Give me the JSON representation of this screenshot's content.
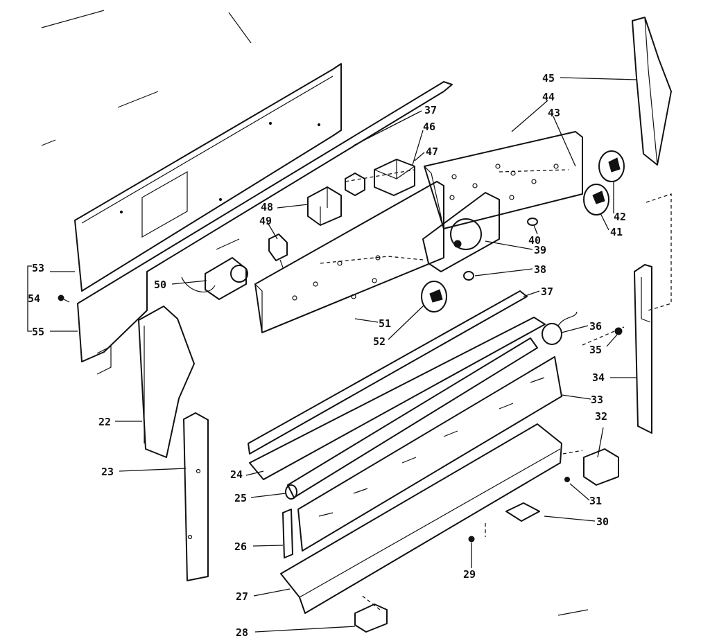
{
  "labels": {
    "l22": "22",
    "l23": "23",
    "l24": "24",
    "l25": "25",
    "l26": "26",
    "l27": "27",
    "l28": "28",
    "l29": "29",
    "l30": "30",
    "l31": "31",
    "l32": "32",
    "l33": "33",
    "l34": "34",
    "l35": "35",
    "l36": "36",
    "l37a": "37",
    "l37b": "37",
    "l38": "38",
    "l39": "39",
    "l40": "40",
    "l41": "41",
    "l42": "42",
    "l43": "43",
    "l44": "44",
    "l45": "45",
    "l46": "46",
    "l47": "47",
    "l48": "48",
    "l49": "49",
    "l50": "50",
    "l51": "51",
    "l52": "52",
    "l53": "53",
    "l54": "54",
    "l55": "55"
  }
}
